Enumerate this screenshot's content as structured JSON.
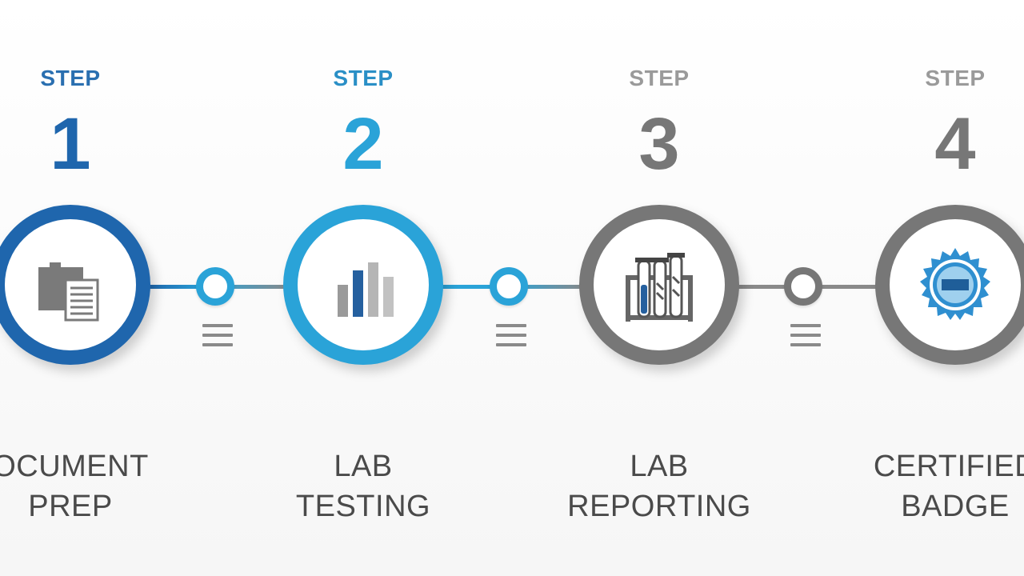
{
  "colors": {
    "step1": "#1f66ad",
    "step2": "#2aa3d8",
    "step3": "#777777",
    "step4": "#777777",
    "title_text": "#4a4a4a"
  },
  "steps": [
    {
      "label": "STEP",
      "number": "1",
      "title_line1": "OCUMENT",
      "title_line2": "PREP",
      "icon": "document-icon"
    },
    {
      "label": "STEP",
      "number": "2",
      "title_line1": "LAB",
      "title_line2": "TESTING",
      "icon": "bar-chart-icon"
    },
    {
      "label": "STEP",
      "number": "3",
      "title_line1": "LAB",
      "title_line2": "REPORTING",
      "icon": "test-tubes-icon"
    },
    {
      "label": "STEP",
      "number": "4",
      "title_line1": "CERTIFIED",
      "title_line2": "BADGE",
      "icon": "certified-badge-icon"
    }
  ]
}
